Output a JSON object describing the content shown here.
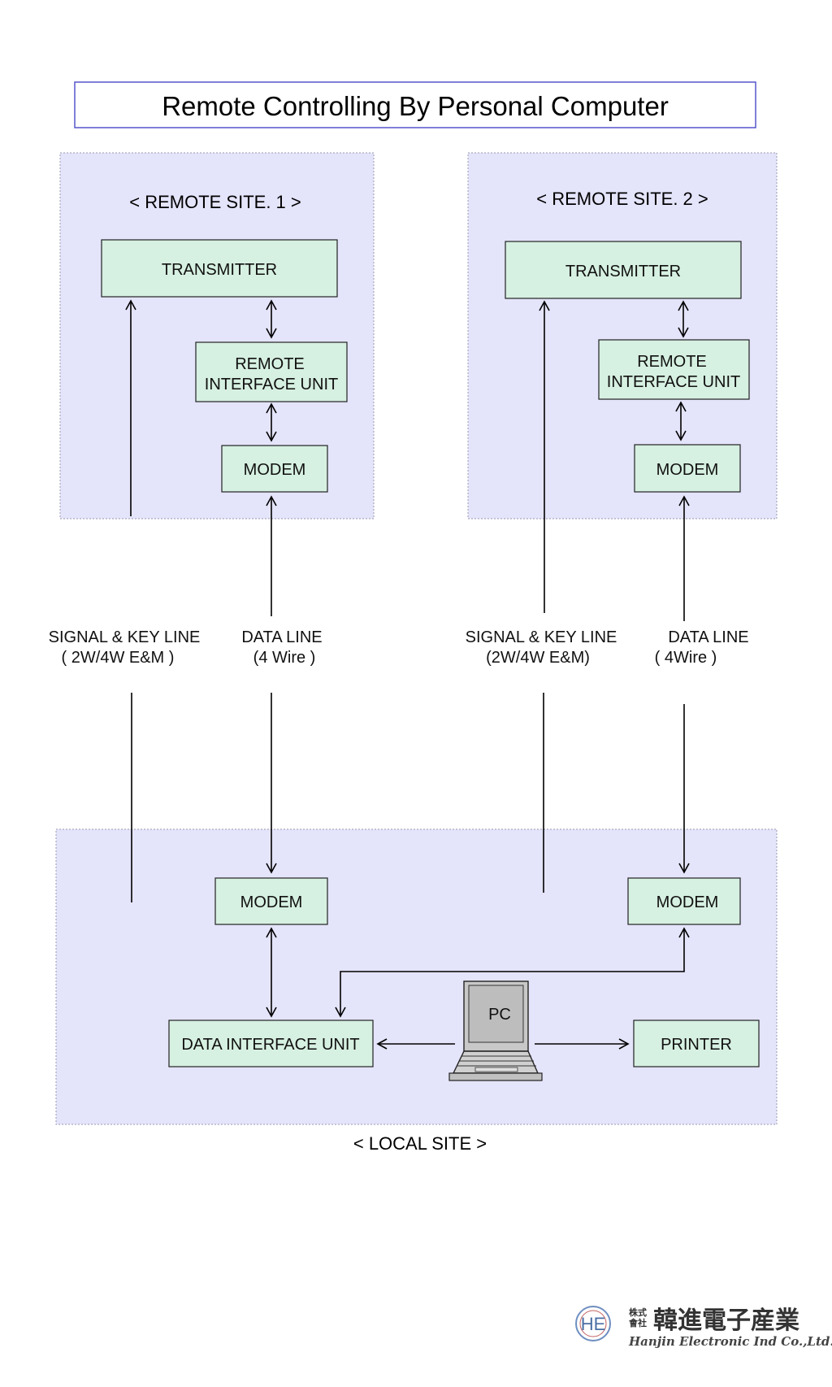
{
  "title": "Remote Controlling  By  Personal Computer",
  "remote_site_1": {
    "label": "< REMOTE SITE. 1 >",
    "transmitter": "TRANSMITTER",
    "riu_line1": "REMOTE",
    "riu_line2": "INTERFACE UNIT",
    "modem": "MODEM"
  },
  "remote_site_2": {
    "label": "< REMOTE SITE. 2 >",
    "transmitter": "TRANSMITTER",
    "riu_line1": "REMOTE",
    "riu_line2": "INTERFACE UNIT",
    "modem": "MODEM"
  },
  "links": {
    "site1_signal_line1": "SIGNAL  & KEY  LINE",
    "site1_signal_line2": "( 2W/4W E&M )",
    "site1_data_line1": "DATA LINE",
    "site1_data_line2": "(4 Wire )",
    "site2_signal_line1": "SIGNAL & KEY  LINE",
    "site2_signal_line2": "(2W/4W E&M)",
    "site2_data_line1": "DATA  LINE",
    "site2_data_line2": "( 4Wire )"
  },
  "local_site": {
    "label": "< LOCAL SITE >",
    "modem_left": "MODEM",
    "modem_right": "MODEM",
    "data_interface_unit": "DATA INTERFACE UNIT",
    "pc": "PC",
    "printer": "PRINTER"
  },
  "logo": {
    "mark": "HE",
    "small_top": "株式",
    "small_bottom": "會社",
    "company_cn": "韓進電子産業",
    "company_en": "Hanjin Electronic Ind Co.,Ltd."
  },
  "colors": {
    "site_fill": "#e4e4fb",
    "box_fill": "#d6f0e1",
    "title_border": "#5555cc"
  }
}
